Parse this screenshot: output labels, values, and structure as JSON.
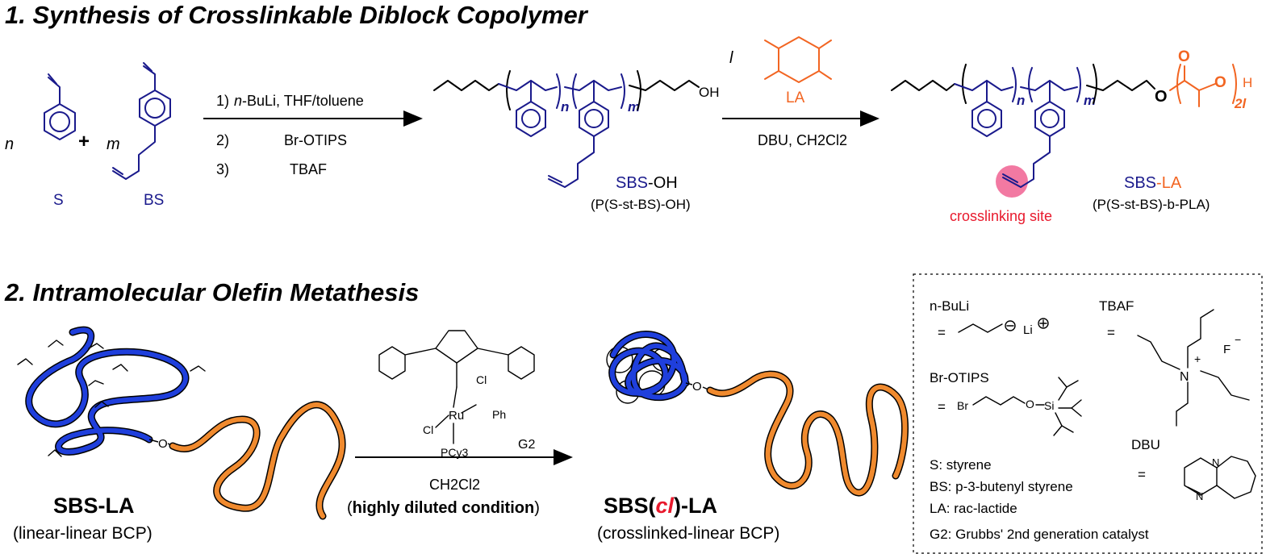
{
  "sections": {
    "s1_title": "1. Synthesis of Crosslinkable Diblock Copolymer",
    "s2_title": "2. Intramolecular Olefin Metathesis"
  },
  "reaction1": {
    "coef_n": "n",
    "coef_m": "m",
    "plus": "+",
    "label_s": "S",
    "label_bs": "BS",
    "step1_num": "1)",
    "step1_a": "n",
    "step1_b": "-BuLi, THF/toluene",
    "step2_num": "2)",
    "step2": "Br-OTIPS",
    "step3_num": "3)",
    "step3": "TBAF"
  },
  "sbs_oh": {
    "sub_n": "n",
    "sub_m": "m",
    "oh": "OH",
    "name_a": "SBS",
    "name_b": "-OH",
    "full": "(P(S-st-BS)-OH)"
  },
  "reaction2": {
    "coef_l": "l",
    "la": "LA",
    "cond": "DBU, CH2Cl2"
  },
  "sbs_la": {
    "sub_n": "n",
    "sub_m": "m",
    "o_link": "O",
    "o_carbonyl": "O",
    "o_chain": "O",
    "h": "H",
    "sub_2l": "2l",
    "name_a": "SBS",
    "name_b": "-LA",
    "full": "(P(S-st-BS)-b-PLA)",
    "site": "crosslinking site"
  },
  "metathesis": {
    "left_name": "SBS-LA",
    "left_sub": "(linear-linear BCP)",
    "o_left": "O",
    "catalyst_cl1": "Cl",
    "catalyst_cl2": "Cl",
    "catalyst_ru": "Ru",
    "catalyst_ph": "Ph",
    "catalyst_pcy": "PCy3",
    "catalyst_name": "G2",
    "solvent": "CH2Cl2",
    "cond_open": "(",
    "cond_bold": "highly diluted condition",
    "cond_close": ")",
    "right_name_a": "SBS(",
    "right_name_b": "cl",
    "right_name_c": ")-LA",
    "right_sub": "(crosslinked-linear BCP)",
    "o_right": "O"
  },
  "legend": {
    "nbuli": "n-BuLi",
    "eq": "=",
    "li": "Li",
    "tbaf": "TBAF",
    "n_plus": "N",
    "f_minus": "F",
    "brotips": "Br-OTIPS",
    "br": "Br",
    "o": "O",
    "si": "Si",
    "dbu": "DBU",
    "dbu_n1": "N",
    "dbu_n2": "N",
    "s_def": "S: styrene",
    "bs_def": "BS: p-3-butenyl styrene",
    "la_def": "LA: rac-lactide",
    "g2_def": "G2: Grubbs' 2nd generation catalyst"
  },
  "colors": {
    "navy": "#1a1a8c",
    "orange": "#f26522",
    "red": "#e8192c",
    "blue_chain": "#1f3fdc",
    "orange_chain": "#f08a2e",
    "site_dot": "#f06292"
  }
}
